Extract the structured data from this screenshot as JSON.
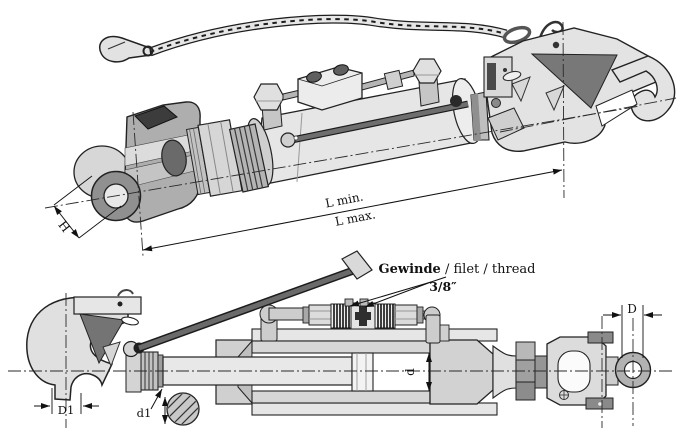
{
  "drawing": {
    "background": "#ffffff",
    "ink": "#1a1a1a",
    "metal_light": "#e4e4e4",
    "metal_mid": "#c6c6c6",
    "metal_dark": "#8f8f8f",
    "top_view": {
      "dims": {
        "h": "H",
        "l_min": "L min.",
        "l_max": "L max."
      }
    },
    "side_view": {
      "thread_note": {
        "bold": "Gewinde",
        "rest": " / filet / thread",
        "size": "3/8″"
      },
      "dims": {
        "D": "D",
        "d": "d",
        "D1": "D1",
        "d1": "d1"
      }
    }
  }
}
